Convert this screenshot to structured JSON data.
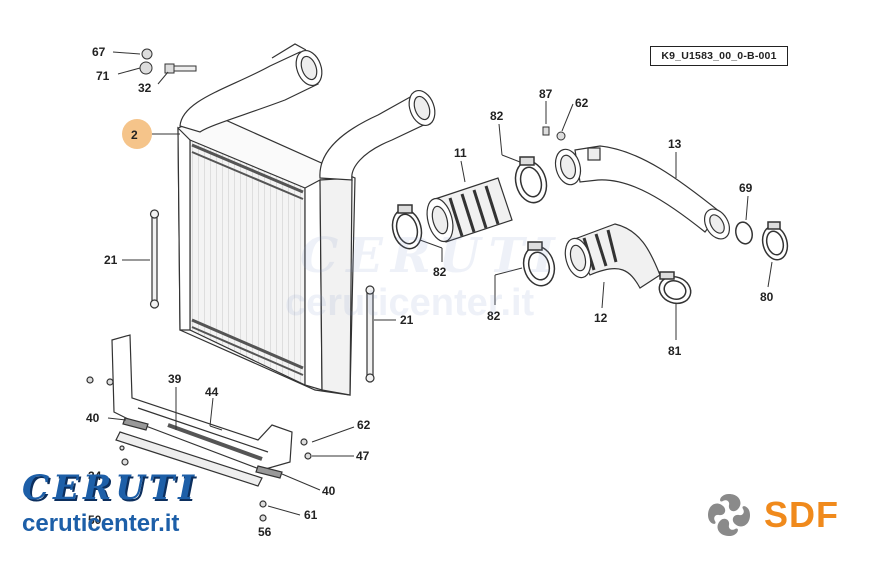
{
  "diagram_code": "K9_U1583_00_0-B-001",
  "brand": {
    "name": "CERUTI",
    "url": "ceruticenter.it"
  },
  "maker": {
    "name": "SDF",
    "logo_icon": "sdf-swirl-icon"
  },
  "watermark": {
    "name": "CERUTI",
    "url": "ceruticenter.it"
  },
  "highlight_color": "#f5c48a",
  "brand_color": "#1d5fa8",
  "sdf_color": "#f08a1c",
  "callouts": {
    "c67": "67",
    "c71": "71",
    "c32": "32",
    "c2": "2",
    "c87": "87",
    "c62a": "62",
    "c82a": "82",
    "c11": "11",
    "c13": "13",
    "c69": "69",
    "c82b": "82",
    "c82c": "82",
    "c12": "12",
    "c80": "80",
    "c81": "81",
    "c21a": "21",
    "c21b": "21",
    "c39": "39",
    "c44": "44",
    "c40a": "40",
    "c62b": "62",
    "c47": "47",
    "c40b": "40",
    "c34": "34",
    "c50": "50",
    "c61": "61",
    "c56": "56"
  }
}
